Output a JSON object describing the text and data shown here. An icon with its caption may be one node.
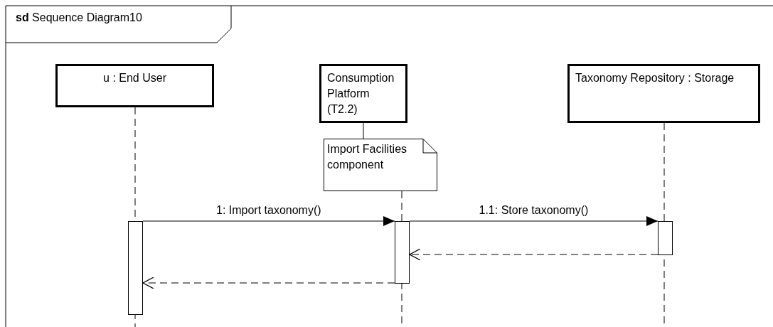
{
  "diagram": {
    "title": "**sd** Sequence Diagram10",
    "nodes": [
      {
        "text": [
          "u : End User"
        ]
      },
      {
        "text": [
          "Consumption Platform (T2.2)"
        ]
      },
      {
        "text": [
          "Taxonomy Repository : Storage"
        ]
      },
      {
        "text": [
          "Import Facilities component"
        ]
      },
      {
        "text": [],
        "shape": "bar"
      },
      {
        "text": [],
        "shape": "bar"
      },
      {
        "text": [],
        "shape": "bar"
      }
    ],
    "edges": [
      {
        "from": 3,
        "to": 1,
        "arrow": "none"
      },
      {
        "from": 4,
        "to": 5,
        "arrow": "to",
        "label": "1: Import taxonomy()"
      },
      {
        "from": 5,
        "to": 6,
        "arrow": "to",
        "label": "1.1: Store taxonomy()"
      },
      {
        "from": 6,
        "to": 5,
        "arrow": "to",
        "style": "dashed"
      },
      {
        "from": 5,
        "to": 4,
        "arrow": "to",
        "style": "dashed"
      }
    ]
  }
}
